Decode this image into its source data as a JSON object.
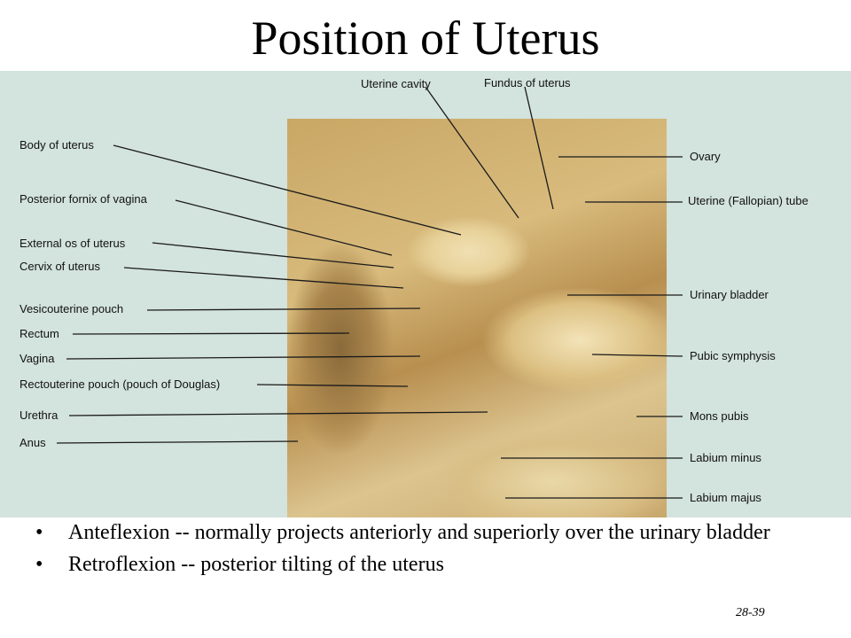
{
  "title": "Position of Uterus",
  "figure": {
    "labels_top": [
      "Uterine cavity",
      "Fundus of uterus"
    ],
    "labels_left": [
      "Body of uterus",
      "Posterior fornix of vagina",
      "External os of uterus",
      "Cervix of uterus",
      "Vesicouterine pouch",
      "Rectum",
      "Vagina",
      "Rectouterine pouch (pouch of Douglas)",
      "Urethra",
      "Anus"
    ],
    "labels_right": [
      "Ovary",
      "Uterine (Fallopian) tube",
      "Urinary bladder",
      "Pubic symphysis",
      "Mons pubis",
      "Labium minus",
      "Labium majus"
    ]
  },
  "bullets": [
    "Anteflexion -- normally projects anteriorly and superiorly over the urinary bladder",
    "Retroflexion -- posterior tilting of the uterus"
  ],
  "bullet_glyph": "•",
  "page_number": "28-39"
}
